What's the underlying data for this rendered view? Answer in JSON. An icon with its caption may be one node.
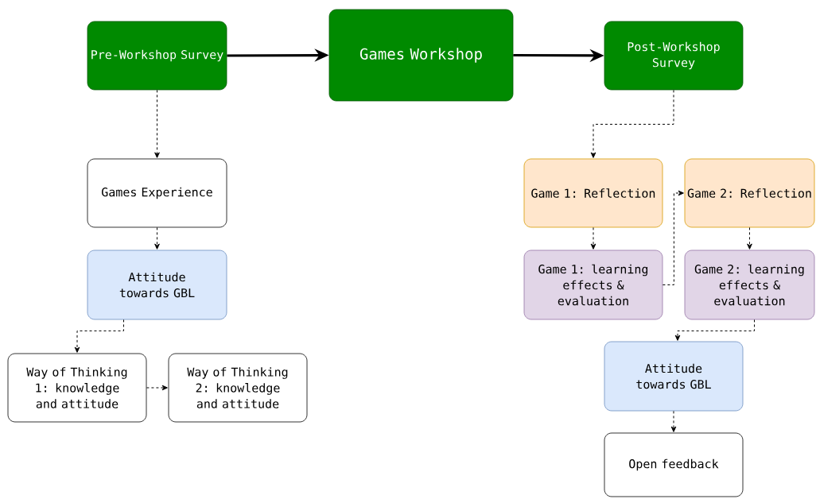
{
  "diagram": {
    "nodes": [
      {
        "text": [
          "Pre-Workshop Survey"
        ]
      },
      {
        "text": [
          "Games Workshop"
        ]
      },
      {
        "text": [
          "Post-Workshop Survey"
        ]
      },
      {
        "text": [
          "Games Experience"
        ]
      },
      {
        "text": [
          "Attitude towards GBL"
        ]
      },
      {
        "text": [
          "Way of Thinking 1: knowledge and attitude"
        ]
      },
      {
        "text": [
          "Way of Thinking 2: knowledge and attitude"
        ]
      },
      {
        "text": [
          "Game 1: Reflection"
        ]
      },
      {
        "text": [
          "Game 2: Reflection"
        ]
      },
      {
        "text": [
          "Game 1: learning effects & evaluation"
        ]
      },
      {
        "text": [
          "Game 2: learning effects & evaluation"
        ]
      },
      {
        "text": [
          "Attitude towards GBL"
        ]
      },
      {
        "text": [
          "Open feedback"
        ]
      }
    ],
    "edges": [
      {
        "from": 0,
        "to": 1,
        "arrow": "to",
        "style": "thick"
      },
      {
        "from": 1,
        "to": 2,
        "arrow": "to",
        "style": "thick"
      },
      {
        "from": 0,
        "to": 3,
        "arrow": "to",
        "style": "dashed"
      },
      {
        "from": 3,
        "to": 4,
        "arrow": "to",
        "style": "dashed"
      },
      {
        "from": 4,
        "to": 5,
        "arrow": "to",
        "style": "dashed"
      },
      {
        "from": 5,
        "to": 6,
        "arrow": "to",
        "style": "dashed"
      },
      {
        "from": 2,
        "to": 7,
        "arrow": "to",
        "style": "dashed"
      },
      {
        "from": 7,
        "to": 9,
        "arrow": "to",
        "style": "dashed"
      },
      {
        "from": 9,
        "to": 8,
        "arrow": "to",
        "style": "dashed"
      },
      {
        "from": 8,
        "to": 10,
        "arrow": "to",
        "style": "dashed"
      },
      {
        "from": 10,
        "to": 11,
        "arrow": "to",
        "style": "dashed"
      },
      {
        "from": 11,
        "to": 12,
        "arrow": "to",
        "style": "dashed"
      }
    ]
  }
}
